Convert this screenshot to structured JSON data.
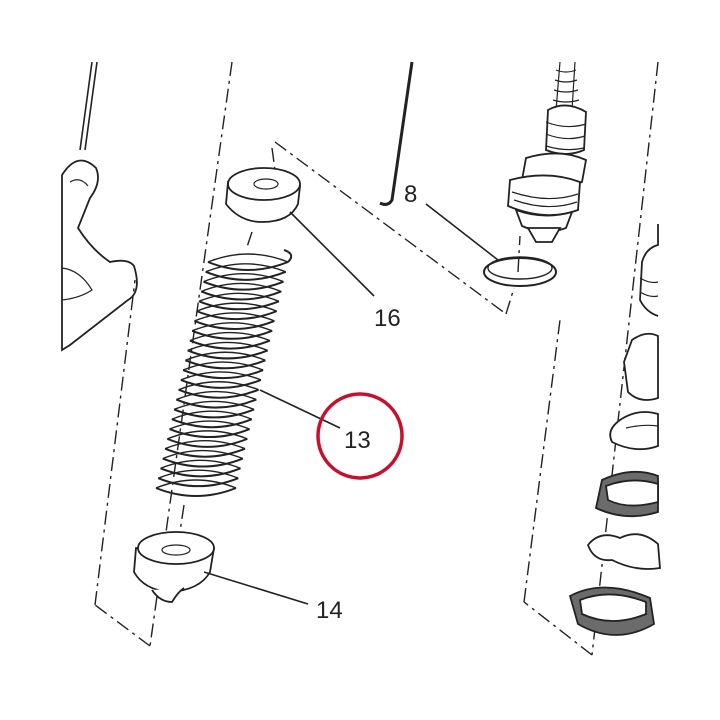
{
  "callouts": [
    {
      "id": "8",
      "label": "8"
    },
    {
      "id": "16",
      "label": "16"
    },
    {
      "id": "13",
      "label": "13",
      "highlighted": true
    },
    {
      "id": "14",
      "label": "14"
    }
  ],
  "colors": {
    "line": "#222222",
    "highlight": "#c8102e",
    "background": "#ffffff"
  }
}
